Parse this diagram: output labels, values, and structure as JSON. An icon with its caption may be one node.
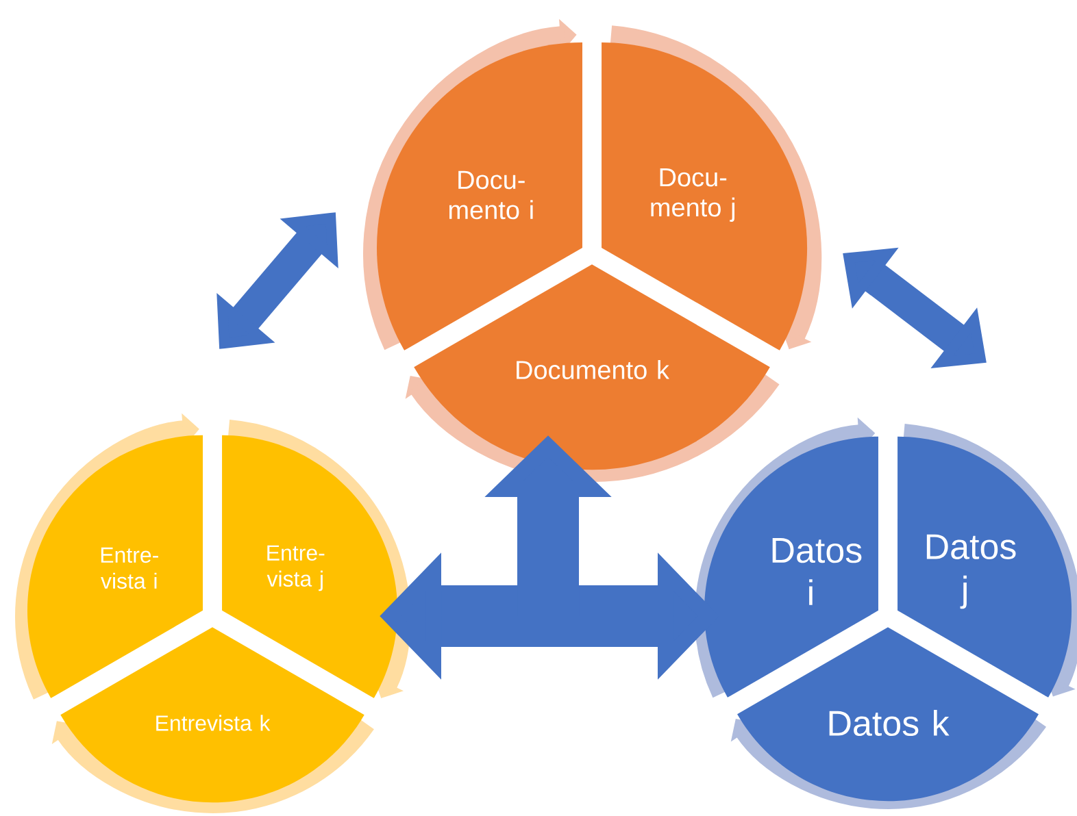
{
  "diagram": {
    "nodes": [
      {
        "text": [],
        "shape": "circle"
      },
      {
        "text": [
          "Docu- mento i"
        ],
        "in": 0
      },
      {
        "text": [
          "Docu- mento j"
        ],
        "in": 0
      },
      {
        "text": [
          "Documento k"
        ],
        "in": 0
      },
      {
        "text": [],
        "shape": "circle"
      },
      {
        "text": [
          "Entre- vista i"
        ],
        "in": 4
      },
      {
        "text": [
          "Entre- vista j"
        ],
        "in": 4
      },
      {
        "text": [
          "Entrevista k"
        ],
        "in": 4
      },
      {
        "text": [],
        "shape": "circle"
      },
      {
        "text": [
          "Datos i"
        ],
        "in": 8
      },
      {
        "text": [
          "Datos j"
        ],
        "in": 8
      },
      {
        "text": [
          "Datos k"
        ],
        "in": 8
      }
    ],
    "edges": [
      {
        "from": 4,
        "to": 0,
        "arrow": "both"
      },
      {
        "from": 0,
        "to": 8,
        "arrow": "both"
      },
      {
        "from": 4,
        "to": 8,
        "arrow": "both",
        "style": "thick"
      },
      {
        "from": null,
        "to": 0,
        "arrow": "to",
        "style": "thick"
      }
    ]
  }
}
